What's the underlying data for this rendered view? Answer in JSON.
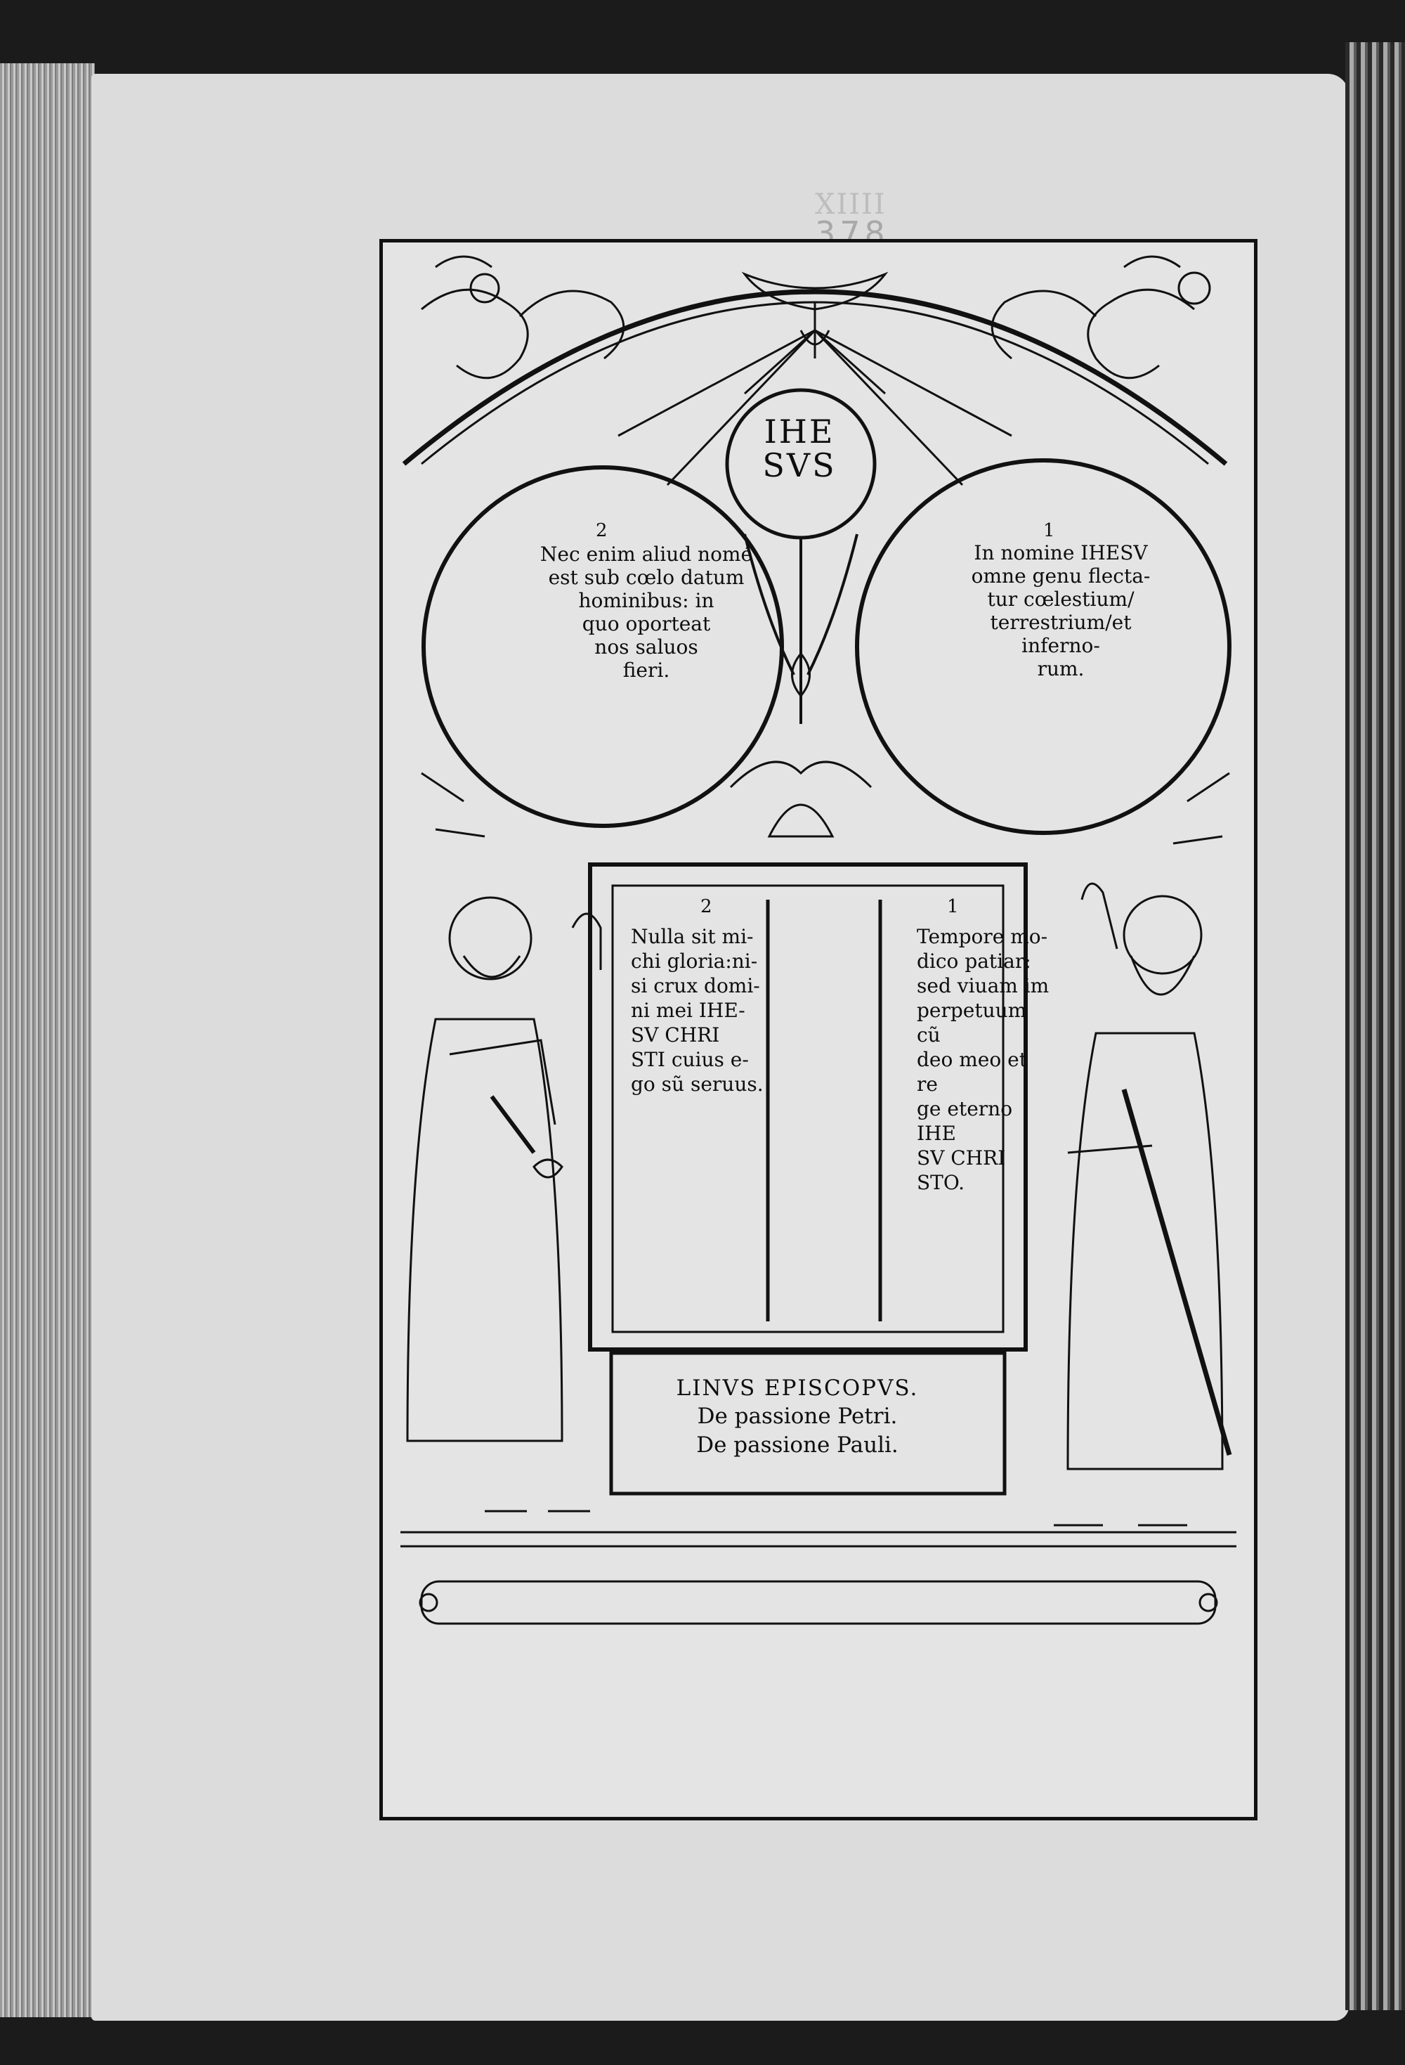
{
  "page": {
    "running_head": "XIIII",
    "leaf_number": "378"
  },
  "woodcut": {
    "center_name": [
      "IHE",
      "SVS"
    ],
    "left_circle": {
      "number": "2",
      "lines": [
        "Nec enim aliud nomé",
        "est sub cœlo datum",
        "hominibus: in",
        "quo oporteat",
        "nos saluos",
        "fieri."
      ]
    },
    "right_circle": {
      "number": "1",
      "lines": [
        "In nomine IHESV",
        "omne genu flecta-",
        "tur cœlestium/",
        "terrestrium/et",
        "inferno-",
        "rum."
      ]
    },
    "left_tablet": {
      "number": "2",
      "lines": [
        "Nulla sit mi-",
        "chi gloria:ni-",
        "si crux domi-",
        "ni mei IHE-",
        "SV CHRI",
        "STI cuius e-",
        "go sũ seruus."
      ]
    },
    "right_tablet": {
      "number": "1",
      "lines": [
        "Tempore mo-",
        "dico patiar:",
        "sed viuam im",
        "perpetuum cũ",
        "deo meo et re",
        "ge eterno IHE",
        "SV CHRI",
        "STO."
      ]
    },
    "cartouche": {
      "line1": "LINVS EPISCOPVS.",
      "line2": "De passione Petri.",
      "line3": "De passione Pauli."
    }
  }
}
